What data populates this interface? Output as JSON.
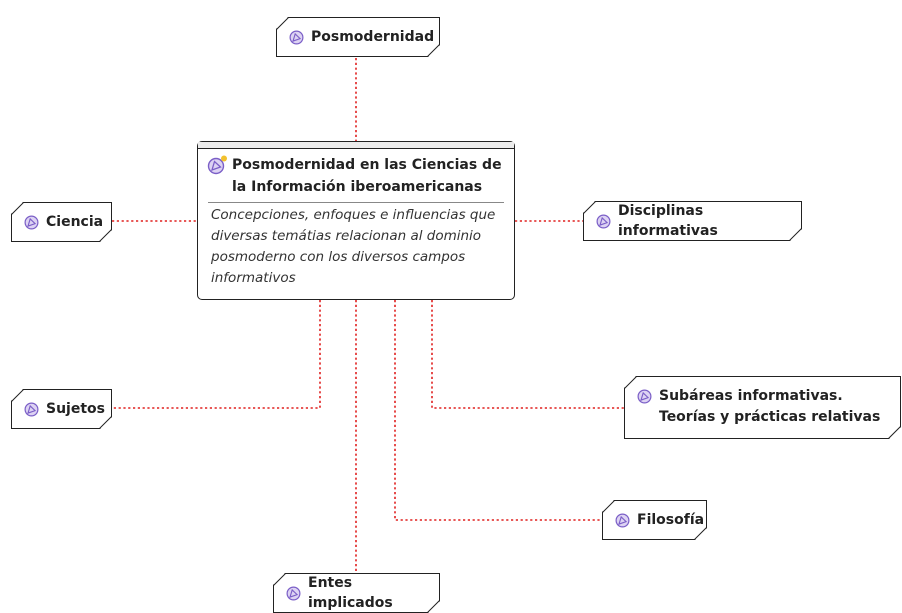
{
  "central": {
    "title": "Posmodernidad en las Ciencias de la Información iberoamericanas",
    "description": "Concepciones, enfoques e influencias que diversas temátias relacionan al dominio posmoderno con los diversos campos informativos",
    "icon": "topic-icon"
  },
  "nodes": {
    "posmodernidad": "Posmodernidad",
    "ciencia": "Ciencia",
    "disciplinas": "Disciplinas informativas",
    "sujetos": "Sujetos",
    "subareas": "Subáreas informativas. Teorías y prácticas relativas",
    "filosofia": "Filosofía",
    "entes": "Entes implicados"
  },
  "colors": {
    "connector": "#e0201f",
    "icon": "#7b5fc7",
    "icon_fill": "#ddd3f3",
    "icon_marker": "#f2c12e"
  }
}
